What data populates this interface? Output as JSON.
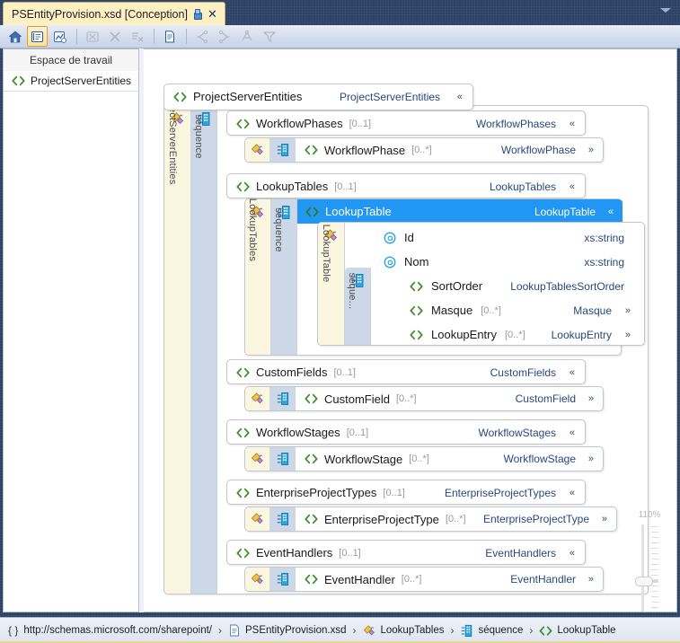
{
  "window": {
    "tab_title": "PSEntityProvision.xsd [Conception]",
    "tab_pin_icon": "pin-icon",
    "tab_close_icon": "close-icon",
    "tabstrip_overflow_icon": "chevron-down-icon"
  },
  "toolbar": {
    "buttons": [
      {
        "name": "start-view-button",
        "icon": "home-icon",
        "state": "normal"
      },
      {
        "name": "content-model-view-button",
        "icon": "content-model-icon",
        "state": "active"
      },
      {
        "name": "graph-view-button",
        "icon": "graph-view-icon",
        "state": "normal"
      },
      {
        "name": "remove-from-workspace-button",
        "icon": "remove-x-box-icon",
        "state": "disabled"
      },
      {
        "name": "delete-button",
        "icon": "x-icon",
        "state": "disabled"
      },
      {
        "name": "clear-workspace-button",
        "icon": "clear-list-icon",
        "state": "disabled"
      },
      {
        "name": "show-document-button",
        "icon": "document-icon",
        "state": "normal"
      },
      {
        "name": "expand-children-button",
        "icon": "expand-left-icon",
        "state": "disabled"
      },
      {
        "name": "expand-parents-button",
        "icon": "expand-right-icon",
        "state": "disabled"
      },
      {
        "name": "show-hierarchy-button",
        "icon": "hierarchy-icon",
        "state": "disabled"
      },
      {
        "name": "filter-button",
        "icon": "filter-icon",
        "state": "disabled"
      }
    ]
  },
  "left_pane": {
    "header": "Espace de travail",
    "items": [
      {
        "label": "ProjectServerEntities",
        "icon": "element-icon"
      }
    ]
  },
  "diagram": {
    "root": {
      "name": "ProjectServerEntities",
      "type": "ProjectServerEntities",
      "cardinality": "",
      "chevron": "«",
      "icon": "element-icon",
      "compositor_label": "ProjectServerEntities",
      "compositor_icon": "any-attribute-icon",
      "sequence_label": "séquence",
      "sequence_icon": "sequence-icon"
    },
    "groups": [
      {
        "name": "WorkflowPhases",
        "cardinality": "[0..1]",
        "type": "WorkflowPhases",
        "chevron": "«",
        "icon": "element-icon",
        "children": [
          {
            "name": "WorkflowPhase",
            "cardinality": "[0..*]",
            "type": "WorkflowPhase",
            "chevron": "»",
            "icon": "element-icon",
            "strip_yellow_icon": "any-attribute-icon",
            "strip_blue_icon": "sequence-icon"
          }
        ]
      },
      {
        "name": "LookupTables",
        "cardinality": "[0..1]",
        "type": "LookupTables",
        "chevron": "«",
        "icon": "element-icon",
        "selected_child": {
          "name": "LookupTable",
          "type": "LookupTable",
          "chevron": "«",
          "icon": "element-icon",
          "selected": true,
          "compositor_label": "LookupTables",
          "compositor_icon": "any-attribute-icon",
          "sequence_label": "séquence",
          "sequence_icon": "sequence-icon",
          "inner_compositor_label": "LookupTable",
          "inner_compositor_icon": "any-attribute-icon",
          "inner_sequence_label": "séque...",
          "inner_sequence_icon": "sequence-icon",
          "members": [
            {
              "name": "Id",
              "cardinality": "",
              "type": "xs:string",
              "kind": "attribute",
              "icon": "attribute-icon",
              "chevron": ""
            },
            {
              "name": "Nom",
              "cardinality": "",
              "type": "xs:string",
              "kind": "attribute",
              "icon": "attribute-icon",
              "chevron": ""
            },
            {
              "name": "SortOrder",
              "cardinality": "",
              "type": "LookupTablesSortOrder",
              "kind": "element",
              "icon": "element-icon",
              "chevron": ""
            },
            {
              "name": "Masque",
              "cardinality": "[0..*]",
              "type": "Masque",
              "kind": "element",
              "icon": "element-icon",
              "chevron": "»"
            },
            {
              "name": "LookupEntry",
              "cardinality": "[0..*]",
              "type": "LookupEntry",
              "kind": "element",
              "icon": "element-icon",
              "chevron": "»"
            }
          ]
        }
      },
      {
        "name": "CustomFields",
        "cardinality": "[0..1]",
        "type": "CustomFields",
        "chevron": "«",
        "icon": "element-icon",
        "children": [
          {
            "name": "CustomField",
            "cardinality": "[0..*]",
            "type": "CustomField",
            "chevron": "»",
            "icon": "element-icon",
            "strip_yellow_icon": "any-attribute-icon",
            "strip_blue_icon": "sequence-icon"
          }
        ]
      },
      {
        "name": "WorkflowStages",
        "cardinality": "[0..1]",
        "type": "WorkflowStages",
        "chevron": "«",
        "icon": "element-icon",
        "children": [
          {
            "name": "WorkflowStage",
            "cardinality": "[0..*]",
            "type": "WorkflowStage",
            "chevron": "»",
            "icon": "element-icon",
            "strip_yellow_icon": "any-attribute-icon",
            "strip_blue_icon": "sequence-icon"
          }
        ]
      },
      {
        "name": "EnterpriseProjectTypes",
        "cardinality": "[0..1]",
        "type": "EnterpriseProjectTypes",
        "chevron": "«",
        "icon": "element-icon",
        "children": [
          {
            "name": "EnterpriseProjectType",
            "cardinality": "[0..*]",
            "type": "EnterpriseProjectType",
            "chevron": "»",
            "icon": "element-icon",
            "strip_yellow_icon": "any-attribute-icon",
            "strip_blue_icon": "sequence-icon"
          }
        ]
      },
      {
        "name": "EventHandlers",
        "cardinality": "[0..1]",
        "type": "EventHandlers",
        "chevron": "«",
        "icon": "element-icon",
        "children": [
          {
            "name": "EventHandler",
            "cardinality": "[0..*]",
            "type": "EventHandler",
            "chevron": "»",
            "icon": "element-icon",
            "strip_yellow_icon": "any-attribute-icon",
            "strip_blue_icon": "sequence-icon"
          }
        ]
      }
    ]
  },
  "zoom": {
    "level": "110%",
    "fit_icon": "fit-to-window-icon"
  },
  "statusbar": {
    "namespace_braces": "{ }",
    "namespace": "http://schemas.microsoft.com/sharepoint/",
    "separator": "›",
    "crumbs": [
      {
        "label": "PSEntityProvision.xsd",
        "icon": "schema-file-icon"
      },
      {
        "label": "LookupTables",
        "icon": "any-attribute-icon"
      },
      {
        "label": "séquence",
        "icon": "sequence-icon"
      },
      {
        "label": "LookupTable",
        "icon": "element-icon"
      }
    ]
  },
  "colors": {
    "selection_blue": "#2196f3",
    "type_text": "#29487d",
    "compositor_yellow": "#faf6e0",
    "compositor_blue": "#ccd8e8",
    "tab_gold": "#fdf0c4",
    "window_navy": "#2e4267"
  }
}
